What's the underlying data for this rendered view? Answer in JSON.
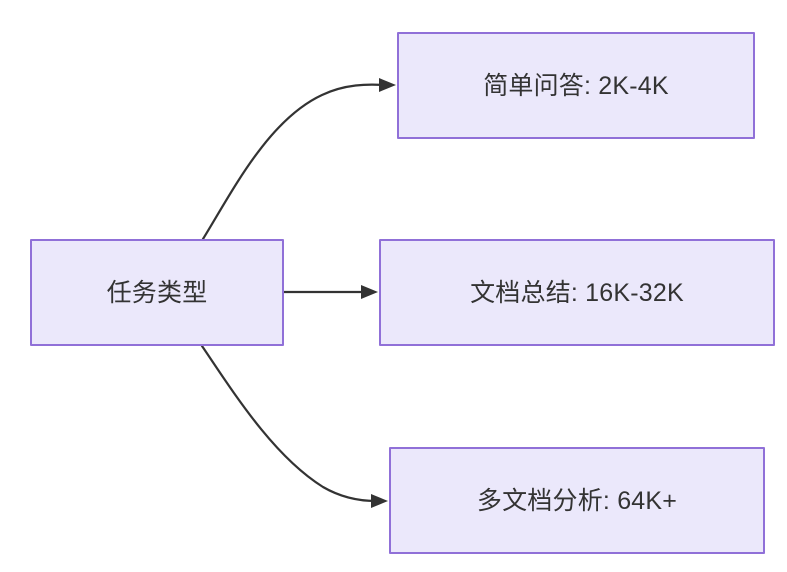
{
  "diagram": {
    "type": "flowchart",
    "direction": "left-to-right",
    "background_color": "#ffffff",
    "node_fill_color": "#ebe8fb",
    "node_border_color": "#9070d8",
    "node_text_color": "#333333",
    "edge_color": "#333333",
    "source_node": {
      "id": "task-type",
      "label": "任务类型"
    },
    "target_nodes": [
      {
        "id": "simple-qa",
        "label": "简单问答: 2K-4K",
        "task": "简单问答",
        "context_range": "2K-4K"
      },
      {
        "id": "doc-summary",
        "label": "文档总结: 16K-32K",
        "task": "文档总结",
        "context_range": "16K-32K"
      },
      {
        "id": "multi-doc-analysis",
        "label": "多文档分析: 64K+",
        "task": "多文档分析",
        "context_range": "64K+"
      }
    ],
    "edges": [
      {
        "id": "edge-to-simple-qa",
        "from": "任务类型",
        "to": "简单问答: 2K-4K",
        "style": "curved",
        "arrow": "triangle"
      },
      {
        "id": "edge-to-doc-summary",
        "from": "任务类型",
        "to": "文档总结: 16K-32K",
        "style": "straight",
        "arrow": "triangle"
      },
      {
        "id": "edge-to-multi-doc",
        "from": "任务类型",
        "to": "多文档分析: 64K+",
        "style": "curved",
        "arrow": "triangle"
      }
    ]
  }
}
